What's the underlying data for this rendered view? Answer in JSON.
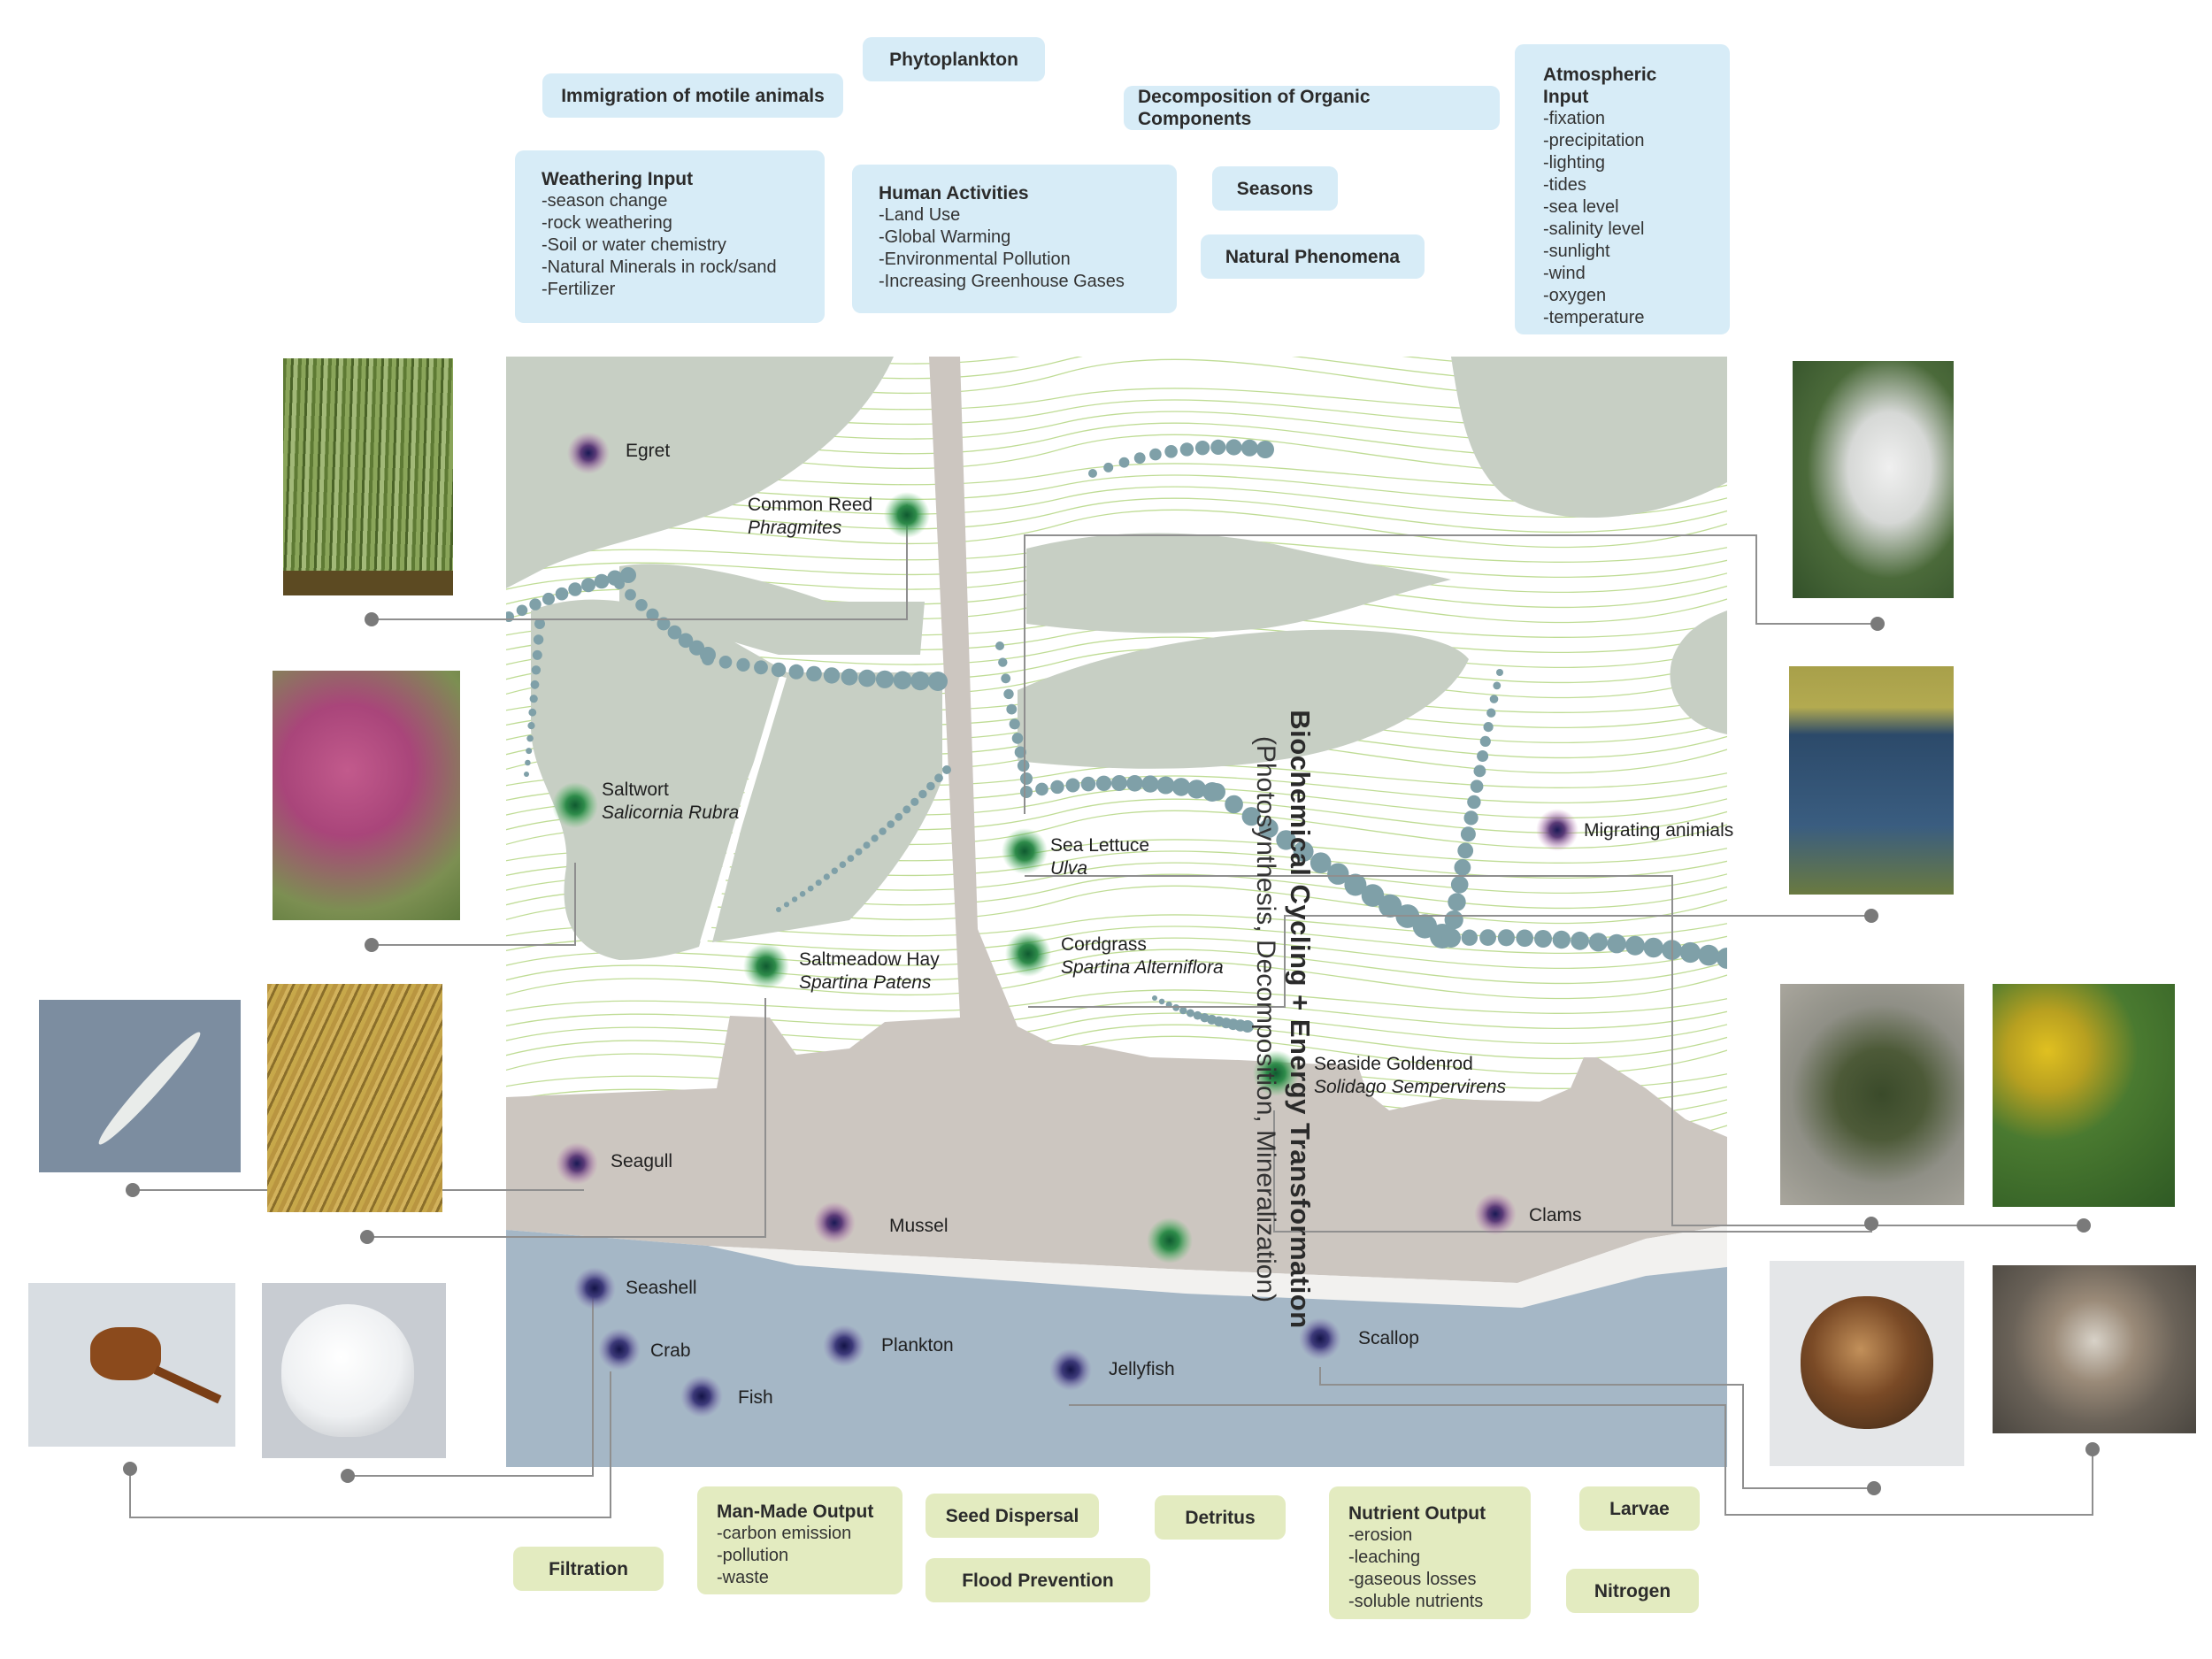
{
  "inputs": {
    "immigration": "Immigration of motile animals",
    "phytoplankton": "Phytoplankton",
    "decomposition": "Decomposition of Organic Components",
    "weathering": {
      "title": "Weathering Input",
      "items": [
        "-season change",
        "-rock weathering",
        "-Soil or water chemistry",
        "-Natural Minerals in rock/sand",
        "-Fertilizer"
      ]
    },
    "human": {
      "title": "Human Activities",
      "items": [
        "-Land Use",
        "-Global Warming",
        "-Environmental Pollution",
        "-Increasing Greenhouse Gases"
      ]
    },
    "seasons": "Seasons",
    "natural": "Natural Phenomena",
    "atmospheric": {
      "title": "Atmospheric Input",
      "items": [
        "-fixation",
        "-precipitation",
        "-lighting",
        "-tides",
        "-sea level",
        "-salinity level",
        "-sunlight",
        "-wind",
        "-oxygen",
        "-temperature"
      ]
    }
  },
  "outputs": {
    "filtration": "Filtration",
    "manmade": {
      "title": "Man-Made Output",
      "items": [
        "-carbon emission",
        "-pollution",
        "-waste"
      ]
    },
    "seed": "Seed Dispersal",
    "flood": "Flood Prevention",
    "detritus": "Detritus",
    "nutrient": {
      "title": "Nutrient Output",
      "items": [
        "-erosion",
        "-leaching",
        "-gaseous losses",
        "-soluble nutrients"
      ]
    },
    "larvae": "Larvae",
    "nitrogen": "Nitrogen"
  },
  "title": {
    "main": "Biochemical Cycling + Energy Transformation",
    "sub": "(Photosynthesis, Decomposition, Mineralization)"
  },
  "species": {
    "egret": "Egret",
    "reed": {
      "common": "Common Reed",
      "latin": "Phragmites"
    },
    "saltwort": {
      "common": "Saltwort",
      "latin": "Salicornia Rubra"
    },
    "sealettuce": {
      "common": "Sea Lettuce",
      "latin": "Ulva"
    },
    "cordgrass": {
      "common": "Cordgrass",
      "latin": "Spartina Alterniflora"
    },
    "hay": {
      "common": "Saltmeadow Hay",
      "latin": "Spartina Patens"
    },
    "goldenrod": {
      "common": "Seaside Goldenrod",
      "latin": "Solidago Sempervirens"
    },
    "migrating": "Migrating animials",
    "seagull": "Seagull",
    "mussel": "Mussel",
    "clams": "Clams",
    "seashell": "Seashell",
    "crab": "Crab",
    "fish": "Fish",
    "plankton": "Plankton",
    "jellyfish": "Jellyfish",
    "scallop": "Scallop"
  },
  "colors": {
    "input_box": "#d7ecf7",
    "output_box": "#e3ebc0",
    "marsh_green": "#c7cfc4",
    "sand": "#ccc6c0",
    "water": "#a5b7c6",
    "flow_dots": "#7fa0a8",
    "plant_marker": "#3d8f4e",
    "animal_marker": "#8a4a8a"
  }
}
